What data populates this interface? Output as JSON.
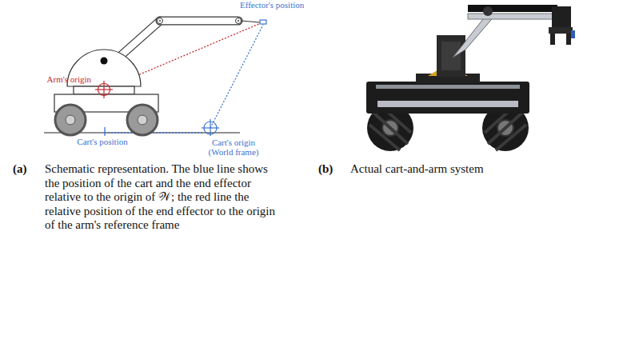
{
  "diagram": {
    "labels": [
      "Effector's position",
      "Arm's origin",
      "Cart's position",
      "Cart's origin (World frame)",
      "(a)",
      "Schematic representation. The blue line shows the position of the cart and the end effector relative to the origin of 𝒲; the red line the relative position of the end effector to the origin of the arm's reference frame",
      "(b)",
      "Actual cart-and-arm system"
    ]
  }
}
